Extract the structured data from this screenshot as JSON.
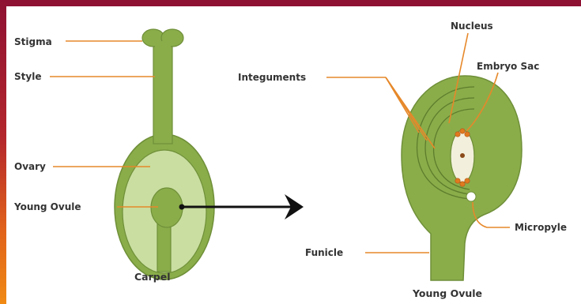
{
  "colors": {
    "frame": "#8e1133",
    "plant_outer": "#8aad4a",
    "plant_inner": "#c9dea0",
    "ovule": "#8aad4a",
    "leader_line": "#e6882a",
    "nucleus_dots": "#e07a1e",
    "arrow": "#111111"
  },
  "carpel": {
    "labels": {
      "stigma": "Stigma",
      "style": "Style",
      "ovary": "Ovary",
      "young_ovule": "Young Ovule"
    },
    "caption": "Carpel"
  },
  "ovule_detail": {
    "labels": {
      "nucleus": "Nucleus",
      "embryo_sac": "Embryo Sac",
      "integuments": "Integuments",
      "micropyle": "Micropyle",
      "funicle": "Funicle"
    },
    "caption": "Young Ovule"
  },
  "icons": {
    "arrow": "right-arrow-icon"
  }
}
